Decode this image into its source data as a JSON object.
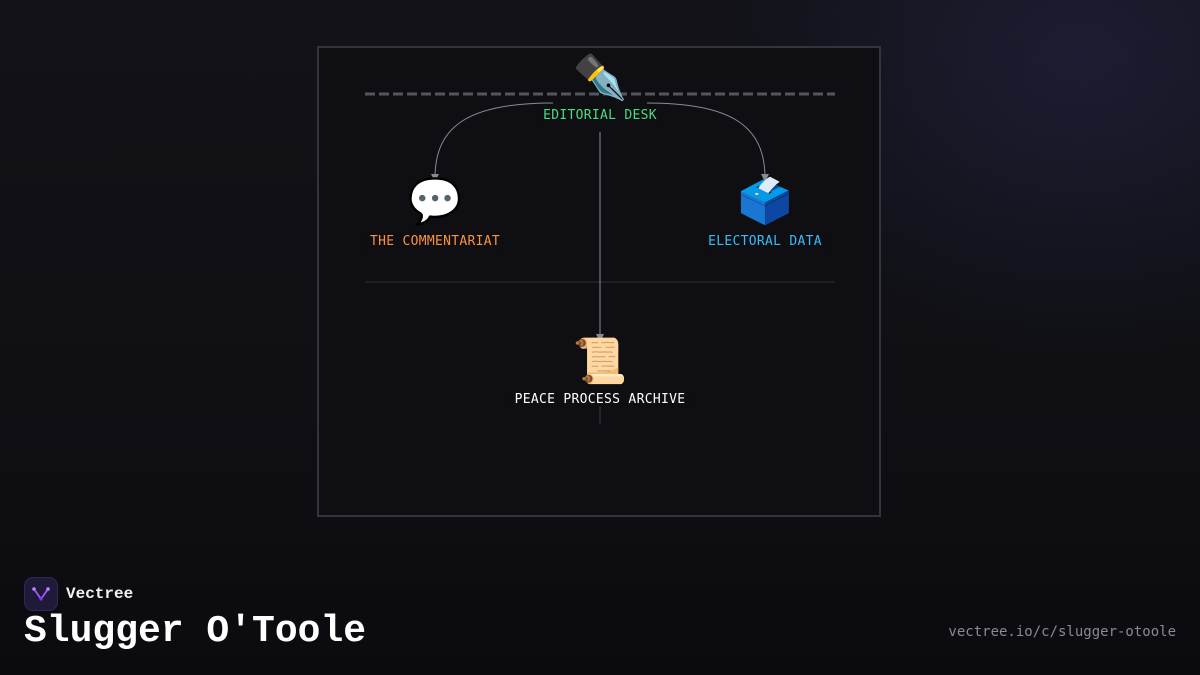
{
  "diagram": {
    "nodes": {
      "editorial_desk": {
        "icon": "✒️",
        "icon_name": "fountain-pen-icon",
        "label": "EDITORIAL DESK",
        "color": "#4ade80"
      },
      "commentariat": {
        "icon": "💬",
        "icon_name": "speech-bubble-icon",
        "label": "THE COMMENTARIAT",
        "color": "#fb923c"
      },
      "electoral_data": {
        "icon": "🗳️",
        "icon_name": "ballot-box-icon",
        "label": "ELECTORAL DATA",
        "color": "#38bdf8"
      },
      "peace_archive": {
        "icon": "📜",
        "icon_name": "scroll-icon",
        "label": "PEACE PROCESS ARCHIVE",
        "color": "#ffffff"
      }
    },
    "edges": [
      {
        "from": "editorial_desk",
        "to": "commentariat"
      },
      {
        "from": "editorial_desk",
        "to": "electoral_data"
      },
      {
        "from": "editorial_desk",
        "to": "peace_archive"
      }
    ]
  },
  "footer": {
    "brand": "Vectree",
    "brand_icon": "vectree-logo-icon",
    "title": "Slugger O'Toole",
    "url": "vectree.io/c/slugger-otoole"
  }
}
